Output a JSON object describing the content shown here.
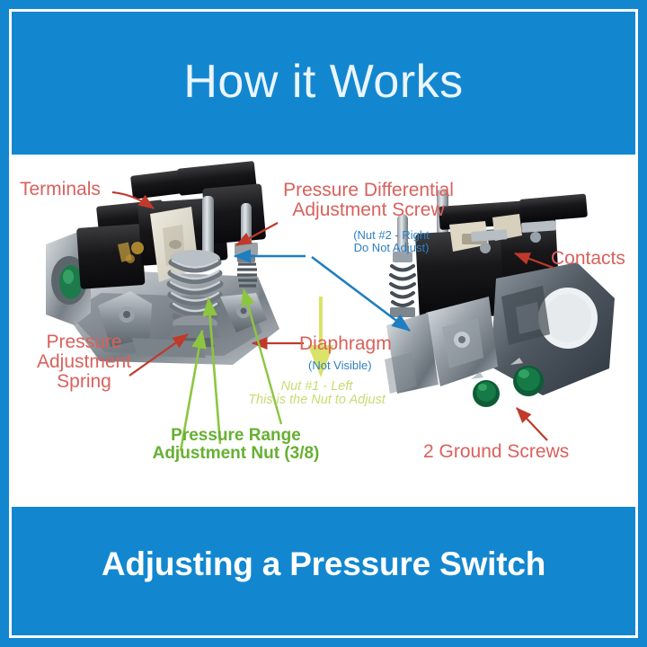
{
  "header": {
    "title": "How it Works"
  },
  "footer": {
    "title": "Adjusting a Pressure Switch"
  },
  "colors": {
    "banner_blue": "#1287d0",
    "label_red": "#d9615c",
    "label_blue": "#2e7fc1",
    "label_green": "#66b032",
    "label_light_green": "#c6dd72",
    "background": "#ffffff"
  },
  "diagram": {
    "labels": {
      "terminals": "Terminals",
      "pressure_differential_line1": "Pressure Differential",
      "pressure_differential_line2": "Adjustment Screw",
      "pressure_differential_note_line1": "(Nut #2 - Right",
      "pressure_differential_note_line2": "Do Not Adjust)",
      "contacts": "Contacts",
      "pressure_adjustment_line1": "Pressure",
      "pressure_adjustment_line2": "Adjustment",
      "pressure_adjustment_line3": "Spring",
      "diaphragm": "Diaphragm",
      "diaphragm_note": "(Not Visible)",
      "nut1_line1": "Nut #1 - Left",
      "nut1_line2": "This is the Nut to Adjust",
      "pressure_range_line1": "Pressure Range",
      "pressure_range_line2": "Adjustment Nut (3/8)",
      "ground_screws": "2 Ground Screws"
    },
    "photos": [
      {
        "name": "pressure-switch-left-view",
        "alt": "Pressure switch shown from left side with cover removed"
      },
      {
        "name": "pressure-switch-right-view",
        "alt": "Pressure switch shown from opposite angle showing contacts and ground screws"
      }
    ]
  }
}
